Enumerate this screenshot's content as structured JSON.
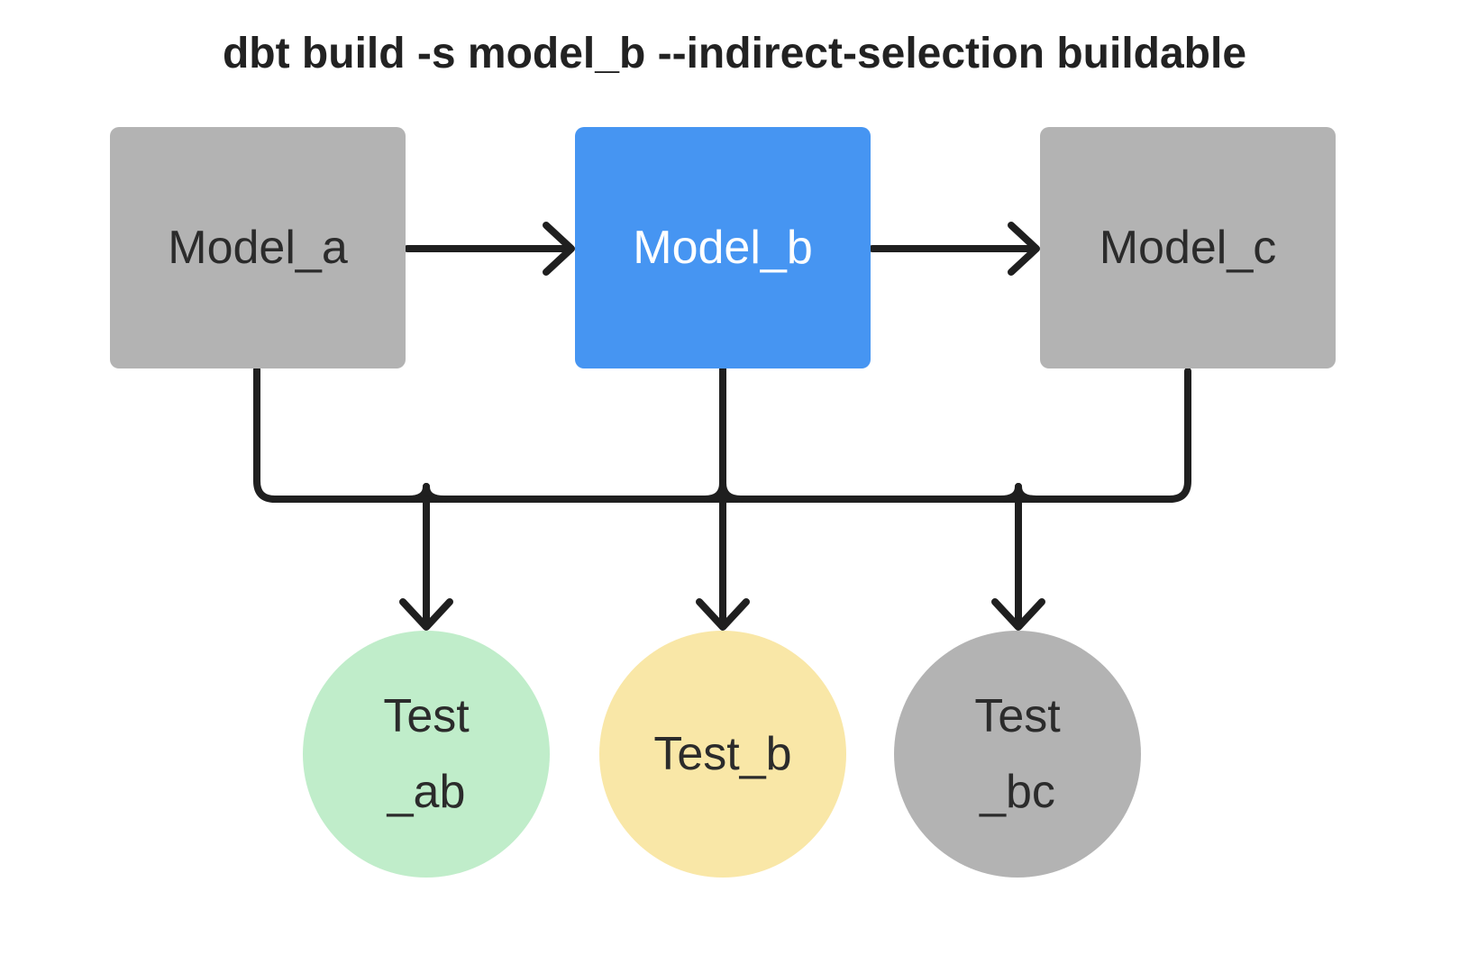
{
  "title": "dbt build -s model_b --indirect-selection buildable",
  "colors": {
    "background": "#ffffff",
    "model_gray": "#b3b3b3",
    "selected_blue": "#4695f2",
    "test_green": "#c0edca",
    "test_yellow": "#f9e7a7",
    "edge_black": "#1f1f1f",
    "text_dark": "#2b2b2b",
    "text_light": "#ffffff",
    "title_text": "#222222"
  },
  "nodes": {
    "model_a": {
      "label": "Model_a",
      "shape": "rectangle",
      "fill": "#b3b3b3",
      "text_color": "#2b2b2b"
    },
    "model_b": {
      "label": "Model_b",
      "shape": "rectangle",
      "fill": "#4695f2",
      "text_color": "#ffffff"
    },
    "model_c": {
      "label": "Model_c",
      "shape": "rectangle",
      "fill": "#b3b3b3",
      "text_color": "#2b2b2b"
    },
    "test_ab": {
      "label_line1": "Test",
      "label_line2": "_ab",
      "shape": "circle",
      "fill": "#c0edca",
      "text_color": "#2b2b2b"
    },
    "test_b": {
      "label": "Test_b",
      "shape": "circle",
      "fill": "#f9e7a7",
      "text_color": "#2b2b2b"
    },
    "test_bc": {
      "label_line1": "Test",
      "label_line2": "_bc",
      "shape": "circle",
      "fill": "#b3b3b3",
      "text_color": "#2b2b2b"
    }
  },
  "edges": [
    {
      "from": "model_a",
      "to": "model_b"
    },
    {
      "from": "model_b",
      "to": "model_c"
    },
    {
      "from": "model_a",
      "to": "test_ab"
    },
    {
      "from": "model_b",
      "to": "test_ab"
    },
    {
      "from": "model_b",
      "to": "test_b"
    },
    {
      "from": "model_b",
      "to": "test_bc"
    },
    {
      "from": "model_c",
      "to": "test_bc"
    }
  ]
}
